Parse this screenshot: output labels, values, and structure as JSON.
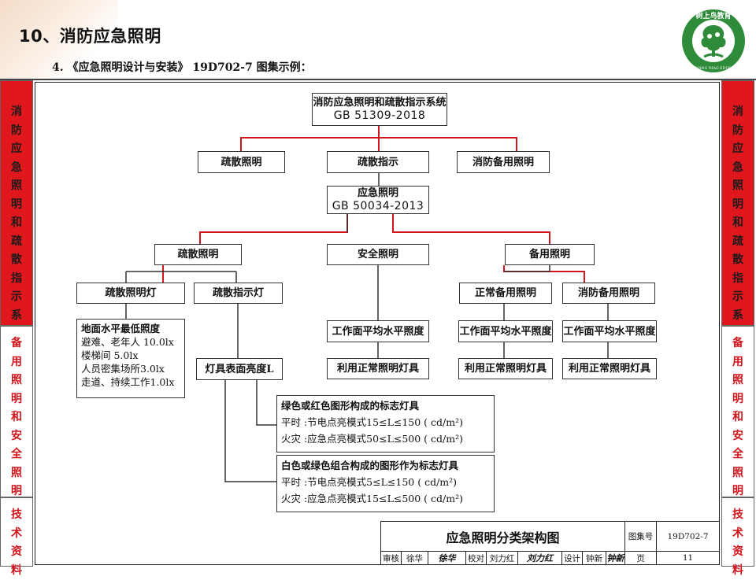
{
  "header": {
    "title": "10、消防应急照明",
    "subtitle": "4. 《应急照明设计与安装》 19D702-7 图集示例："
  },
  "logo": {
    "arc_text": "树上鸟教育",
    "bottom_text": "SHU SHANG NIAO EDUCATION",
    "colors": {
      "primary": "#2e8b3a",
      "ring": "#ffffff"
    }
  },
  "side_labels": {
    "left_top": "消防应急照明和疏散指示系统",
    "left_mid": "备用照明和安全照明",
    "left_bottom": "技术资料",
    "right_top": "消防应急照明和疏散指示系统",
    "right_mid": "备用照明和安全照明",
    "right_bottom": "技术资料"
  },
  "colors": {
    "side_red": "#e1171e",
    "line_red": "#d0161c",
    "line_dark": "#333333"
  },
  "diagram": {
    "root": {
      "line1": "消防应急照明和疏散指示系统",
      "line2": "GB 51309-2018"
    },
    "level1": {
      "a": "疏散照明",
      "b": "疏散指示",
      "c": "消防备用照明"
    },
    "emerg": {
      "line1": "应急照明",
      "line2": "GB 50034-2013"
    },
    "level2": {
      "a": "疏散照明",
      "b": "安全照明",
      "c": "备用照明"
    },
    "level3": {
      "a": "疏散照明灯",
      "b": "疏散指示灯",
      "c": "正常备用照明",
      "d": "消防备用照明"
    },
    "illum": {
      "head": "地面水平最低照度",
      "r1": "避难、老年人  10.0lx",
      "r2": "楼梯间  5.0lx",
      "r3": "人员密集场所3.0lx",
      "r4": "走道、持续工作1.0lx"
    },
    "workplane": "工作面平均水平照度",
    "normal_lamp": "利用正常照明灯具",
    "lum": "灯具表面亮度L",
    "sign1": {
      "head": "绿色或红色图形构成的标志灯具",
      "r1": "平时 :节电点亮模式15≤L≤150 ( cd/m²)",
      "r2": "火灾 :应急点亮模式50≤L≤500 ( cd/m²)"
    },
    "sign2": {
      "head": "白色或绿色组合构成的图形作为标志灯具",
      "r1": "平时 :节电点亮模式5≤L≤150 ( cd/m²)",
      "r2": "火灾 :应急点亮模式15≤L≤500 ( cd/m²)"
    }
  },
  "title_block": {
    "title": "应急照明分类架构图",
    "atlas_label": "图集号",
    "atlas_no": "19D702-7",
    "review_label": "审核",
    "review_name": "徐华",
    "review_sig": "徐华",
    "check_label": "校对",
    "check_name": "刘力红",
    "check_sig": "刘力红",
    "design_label": "设计",
    "design_name": "钟新",
    "design_sig": "钟新",
    "page_label": "页",
    "page_no": "11"
  }
}
